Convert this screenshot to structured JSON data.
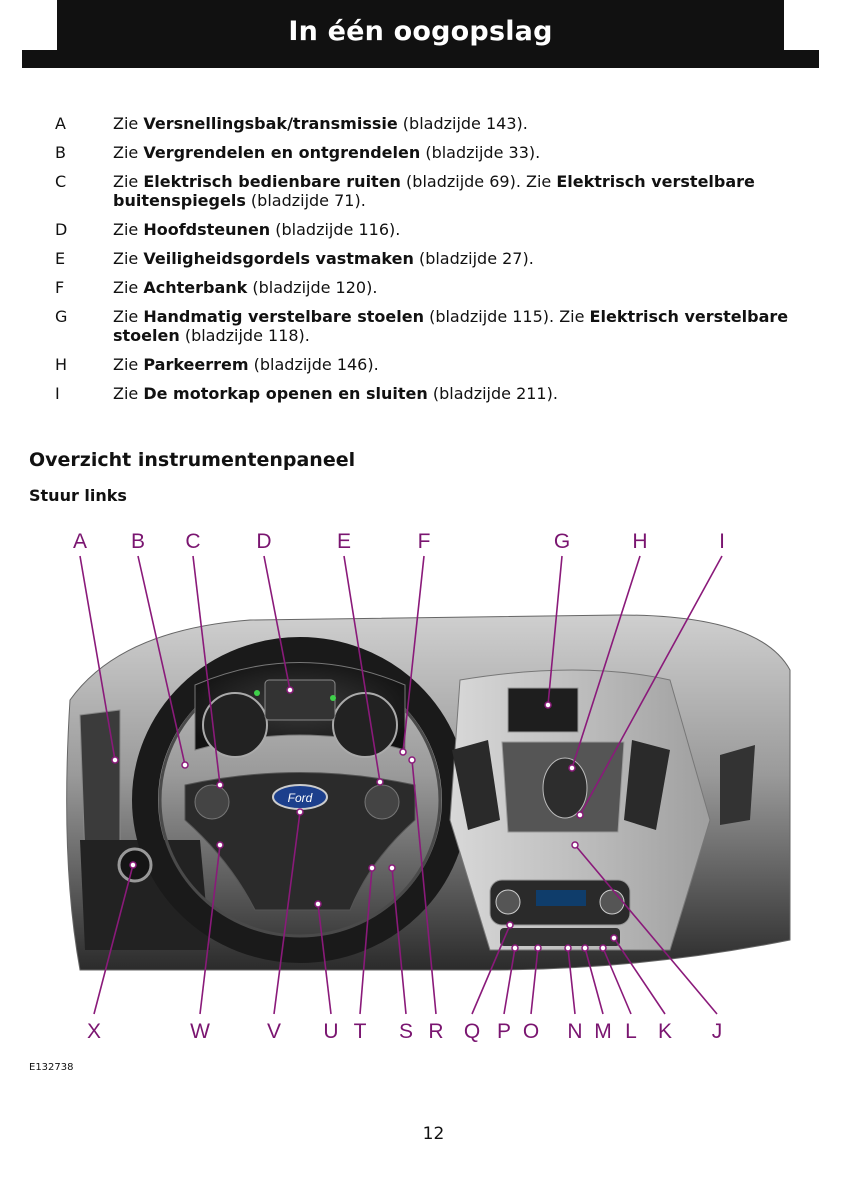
{
  "header": {
    "title": "In één oogopslag"
  },
  "items": [
    {
      "letter": "A",
      "parts": [
        {
          "t": "Zie "
        },
        {
          "t": "Versnellingsbak/transmissie",
          "b": true
        },
        {
          "t": " (bladzijde 143)."
        }
      ]
    },
    {
      "letter": "B",
      "parts": [
        {
          "t": "Zie "
        },
        {
          "t": "Vergrendelen en ontgrendelen",
          "b": true
        },
        {
          "t": " (bladzijde 33)."
        }
      ]
    },
    {
      "letter": "C",
      "parts": [
        {
          "t": "Zie "
        },
        {
          "t": "Elektrisch bedienbare ruiten",
          "b": true
        },
        {
          "t": " (bladzijde 69).  Zie "
        },
        {
          "t": "Elektrisch verstelbare buitenspiegels",
          "b": true
        },
        {
          "t": " (bladzijde 71)."
        }
      ]
    },
    {
      "letter": "D",
      "parts": [
        {
          "t": "Zie "
        },
        {
          "t": "Hoofdsteunen",
          "b": true
        },
        {
          "t": " (bladzijde 116)."
        }
      ]
    },
    {
      "letter": "E",
      "parts": [
        {
          "t": "Zie "
        },
        {
          "t": "Veiligheidsgordels vastmaken",
          "b": true
        },
        {
          "t": " (bladzijde 27)."
        }
      ]
    },
    {
      "letter": "F",
      "parts": [
        {
          "t": "Zie "
        },
        {
          "t": "Achterbank",
          "b": true
        },
        {
          "t": " (bladzijde 120)."
        }
      ]
    },
    {
      "letter": "G",
      "parts": [
        {
          "t": "Zie "
        },
        {
          "t": "Handmatig verstelbare stoelen",
          "b": true
        },
        {
          "t": " (bladzijde 115).  Zie "
        },
        {
          "t": "Elektrisch verstelbare stoelen",
          "b": true
        },
        {
          "t": " (bladzijde 118)."
        }
      ]
    },
    {
      "letter": "H",
      "parts": [
        {
          "t": "Zie "
        },
        {
          "t": "Parkeerrem",
          "b": true
        },
        {
          "t": " (bladzijde 146)."
        }
      ]
    },
    {
      "letter": "I",
      "parts": [
        {
          "t": "Zie "
        },
        {
          "t": "De motorkap openen en sluiten",
          "b": true
        },
        {
          "t": " (bladzijde 211)."
        }
      ]
    }
  ],
  "section": {
    "title": "Overzicht instrumentenpaneel",
    "subtitle": "Stuur links"
  },
  "figure": {
    "top_labels": [
      "A",
      "B",
      "C",
      "D",
      "E",
      "F",
      "G",
      "H",
      "I"
    ],
    "bottom_labels": [
      "X",
      "W",
      "V",
      "U",
      "T",
      "S",
      "R",
      "Q",
      "P",
      "O",
      "N",
      "M",
      "L",
      "K",
      "J"
    ],
    "emblem_text": "Ford",
    "id": "E132738"
  },
  "page_number": "12",
  "colors": {
    "callout": "#8a1a7a",
    "label": "#7a1570",
    "header_bg": "#111111"
  }
}
